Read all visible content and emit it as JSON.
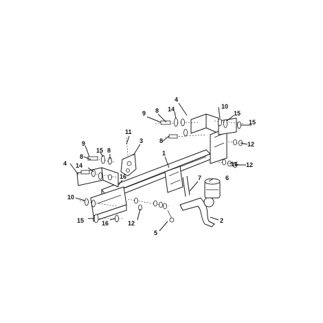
{
  "callouts": [
    "1",
    "2",
    "3",
    "4",
    "5",
    "6",
    "7",
    "8",
    "9",
    "10",
    "11",
    "12",
    "14",
    "15",
    "16"
  ],
  "labels": [
    {
      "text": "1"
    },
    {
      "text": "2"
    },
    {
      "text": "3"
    },
    {
      "text": "4"
    },
    {
      "text": "4"
    },
    {
      "text": "5"
    },
    {
      "text": "6"
    },
    {
      "text": "7"
    },
    {
      "text": "8"
    },
    {
      "text": "8"
    },
    {
      "text": "8"
    },
    {
      "text": "8"
    },
    {
      "text": "9"
    },
    {
      "text": "9"
    },
    {
      "text": "10"
    },
    {
      "text": "10"
    },
    {
      "text": "11"
    },
    {
      "text": "12"
    },
    {
      "text": "12"
    },
    {
      "text": "12"
    },
    {
      "text": "14"
    },
    {
      "text": "14"
    },
    {
      "text": "15"
    },
    {
      "text": "15"
    },
    {
      "text": "15"
    },
    {
      "text": "15"
    },
    {
      "text": "16"
    },
    {
      "text": "16"
    },
    {
      "text": "16"
    }
  ]
}
